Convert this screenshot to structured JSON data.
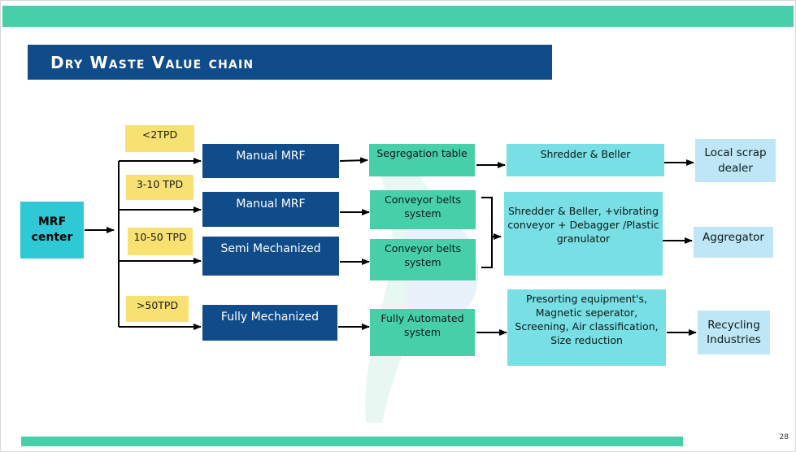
{
  "slide": {
    "title": "Dry Waste Value chain",
    "page_number": "28"
  },
  "diagram": {
    "source": "MRF center",
    "capacities": [
      "<2TPD",
      "3-10 TPD",
      "10-50 TPD",
      ">50TPD"
    ],
    "facilities": [
      "Manual MRF",
      "Manual MRF",
      "Semi Mechanized",
      "Fully Mechanized"
    ],
    "equipment": [
      "Segregation table",
      "Conveyor belts system",
      "Conveyor belts system",
      "Fully Automated system"
    ],
    "processing": [
      "Shredder & Beller",
      "Shredder & Beller, +vibrating conveyor + Debagger /Plastic granulator",
      "Presorting equipment's, Magnetic seperator, Screening, Air classification, Size reduction"
    ],
    "destinations": [
      "Local scrap dealer",
      "Aggregator",
      "Recycling Industries"
    ]
  },
  "colors": {
    "accent_green": "#47cfaa",
    "navy": "#104b8a",
    "mrf_cyan": "#2fc9d6",
    "process_cyan": "#78dfe4",
    "destination_blue": "#bfe6f6",
    "capacity_yellow": "#f7e172"
  }
}
